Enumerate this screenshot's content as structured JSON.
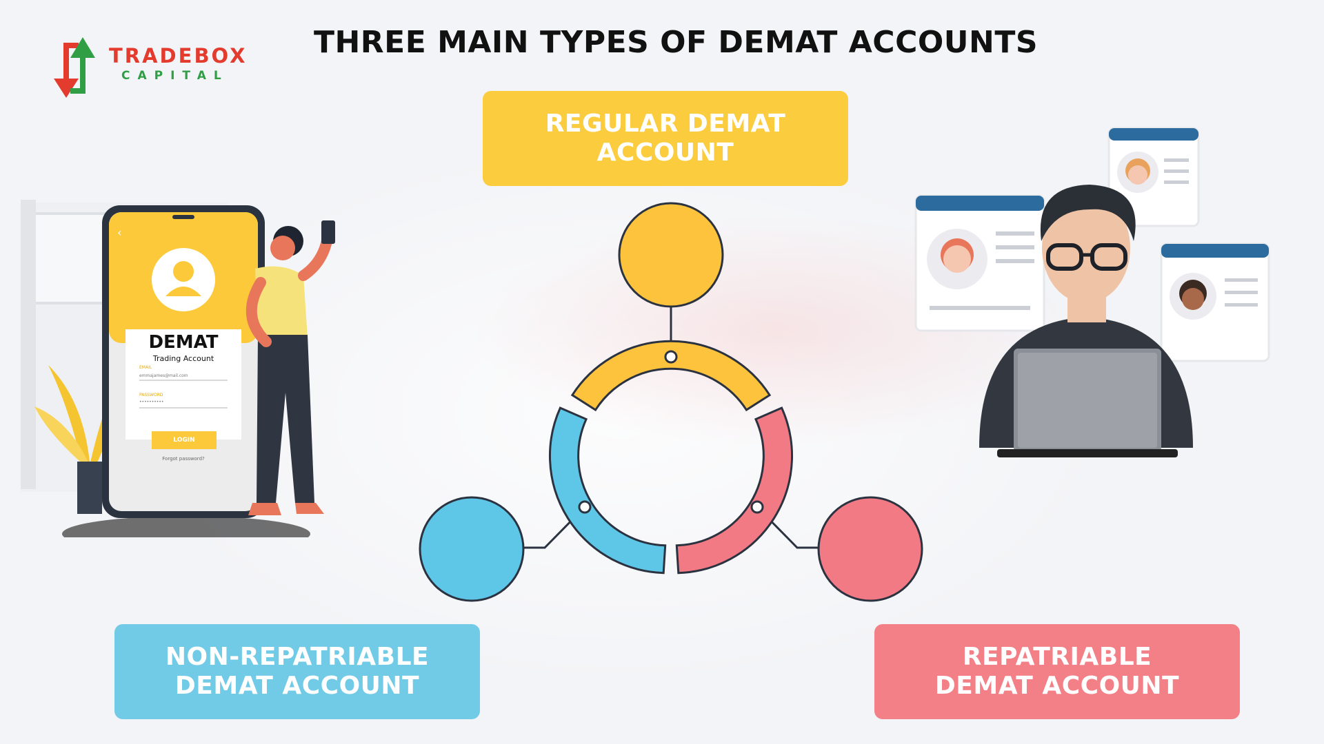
{
  "header": {
    "title": "THREE MAIN TYPES OF DEMAT ACCOUNTS"
  },
  "logo": {
    "word1": "TRADEBOX",
    "word2": "CAPITAL",
    "colors": {
      "red": "#e33b2e",
      "green": "#2f9e44"
    }
  },
  "account_types": [
    {
      "line1": "REGULAR DEMAT",
      "line2": "ACCOUNT",
      "color": "#fccc3f"
    },
    {
      "line1": "NON-REPATRIABLE",
      "line2": "DEMAT ACCOUNT",
      "color": "#72cbe6"
    },
    {
      "line1": "REPATRIABLE",
      "line2": "DEMAT ACCOUNT",
      "color": "#f38087"
    }
  ],
  "phone_screen": {
    "title": "DEMAT",
    "subtitle": "Trading Account",
    "email_label": "EMAIL",
    "email_value": "emmajames@mail.com",
    "password_label": "PASSWORD",
    "password_value": "••••••••••",
    "login_label": "LOGIN",
    "forgot_label": "Forgot password?"
  },
  "icons": {
    "back": "chevron-left-icon",
    "profile": "user-avatar-icon",
    "logo": "up-down-arrows-icon"
  }
}
